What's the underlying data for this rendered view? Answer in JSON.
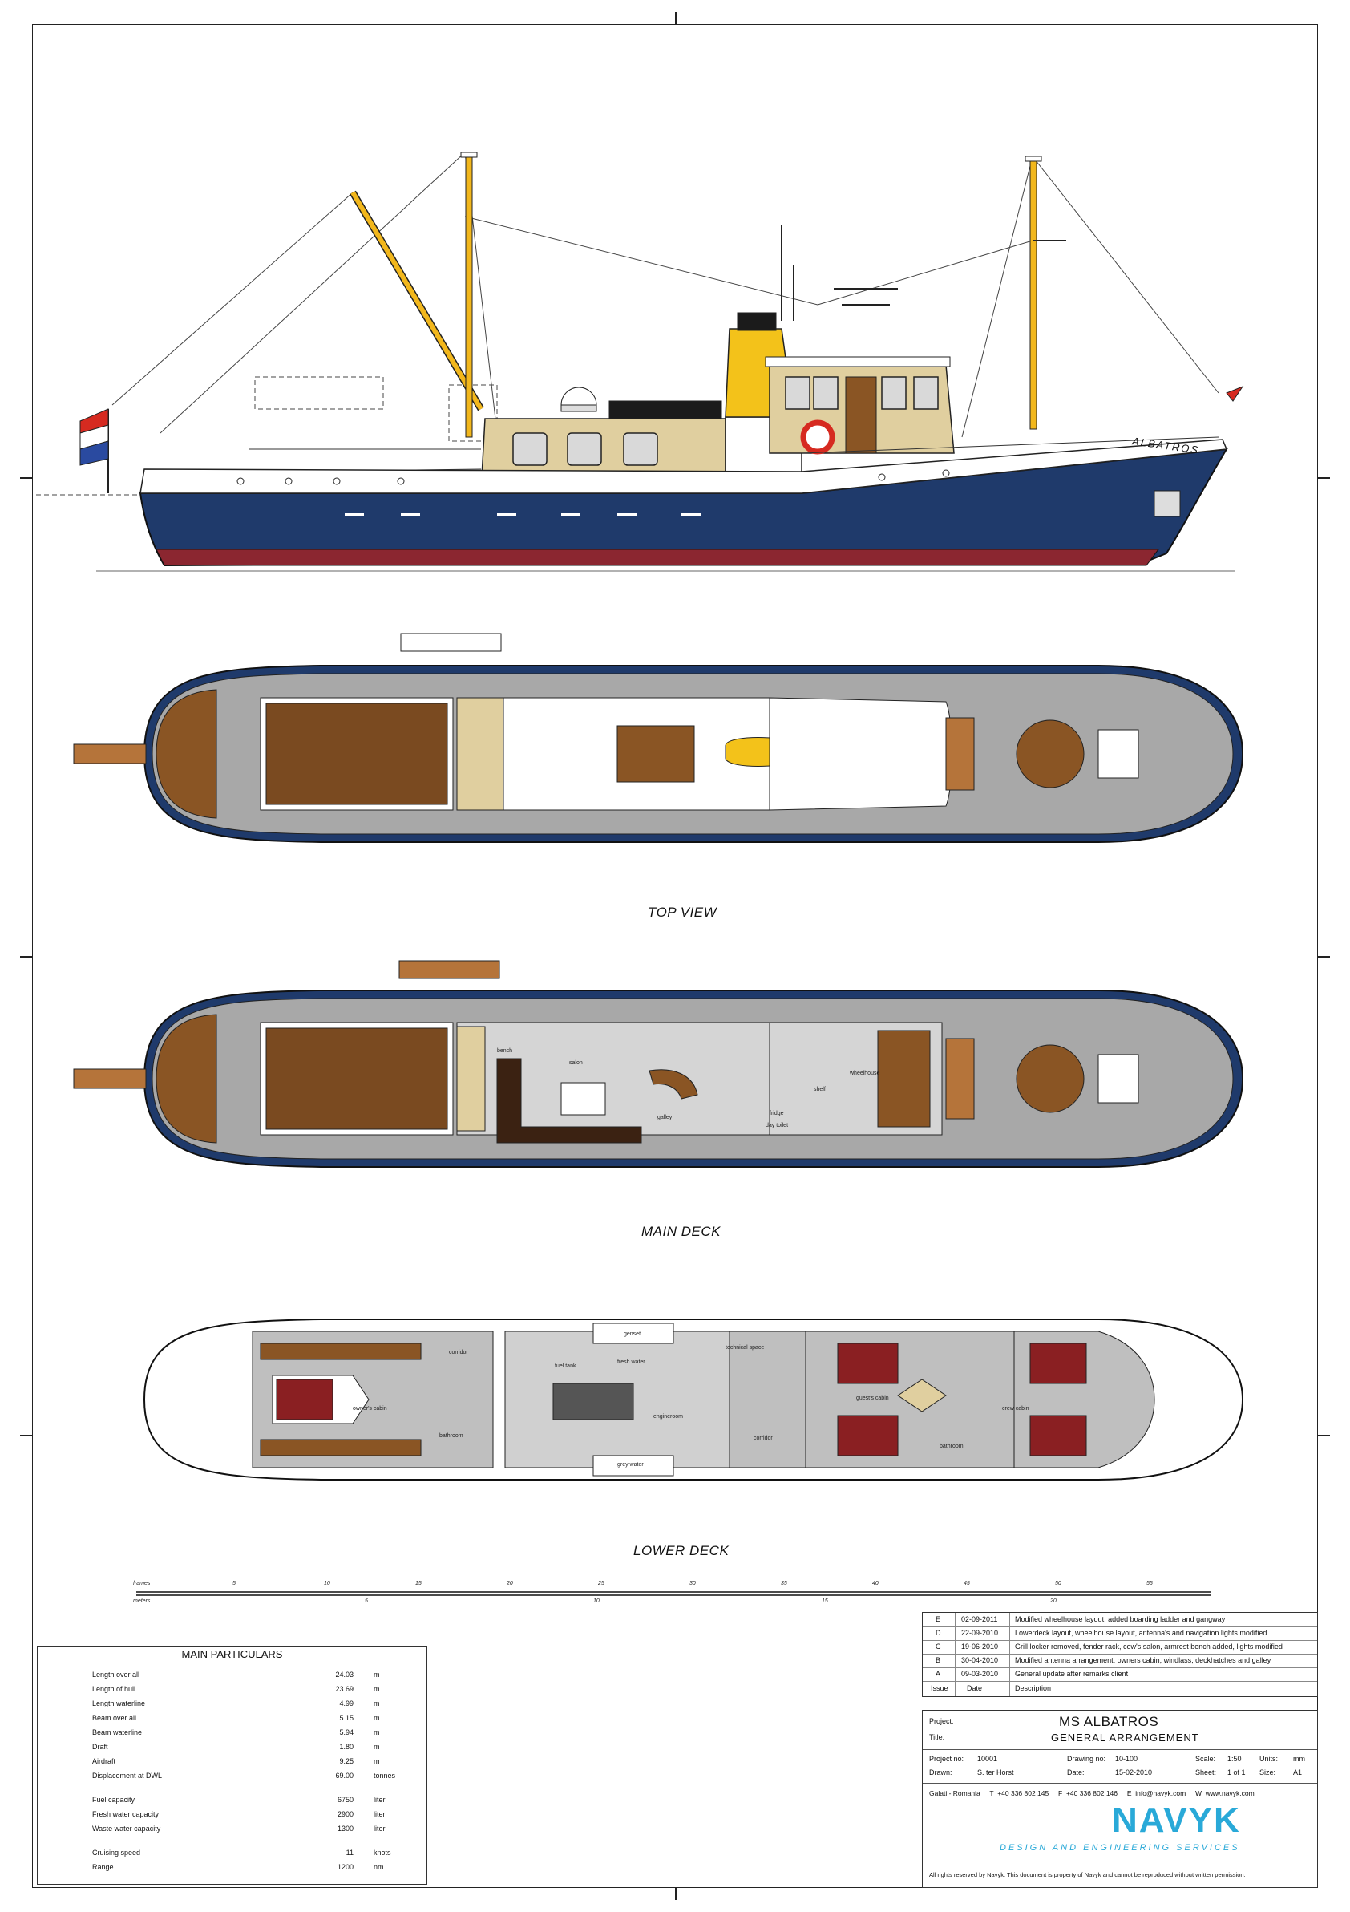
{
  "ship": {
    "hull_name": "ALBATROS"
  },
  "views": {
    "top_view": "TOP VIEW",
    "main_deck": "MAIN DECK",
    "lower_deck": "LOWER DECK"
  },
  "rooms": {
    "main": {
      "salon": "salon",
      "galley": "galley",
      "wheelhouse": "wheelhouse",
      "day_toilet": "day toilet",
      "fridge": "fridge",
      "shelf": "shelf",
      "bench": "bench"
    },
    "lower": {
      "corridor": "corridor",
      "owners_cabin": "owner's cabin",
      "bathroom": "bathroom",
      "engineroom": "engineroom",
      "technical_space": "technical space",
      "genset": "genset",
      "fuel_tank": "fuel tank",
      "fresh_water": "fresh water",
      "grey_water": "grey water",
      "guests_cabin": "guest's cabin",
      "crew_cabin": "crew cabin",
      "corridor2": "corridor",
      "bathroom2": "bathroom"
    }
  },
  "scale_bar": {
    "frames_label": "frames",
    "meters_label": "meters",
    "frame_ticks": [
      "5",
      "10",
      "15",
      "20",
      "25",
      "30",
      "35",
      "40",
      "45",
      "50",
      "55"
    ],
    "meter_ticks": [
      "5",
      "10",
      "15",
      "20"
    ]
  },
  "particulars": {
    "title": "MAIN PARTICULARS",
    "rows": [
      {
        "name": "Length over all",
        "value": "24.03",
        "unit": "m"
      },
      {
        "name": "Length of hull",
        "value": "23.69",
        "unit": "m"
      },
      {
        "name": "Length waterline",
        "value": "4.99",
        "unit": "m"
      },
      {
        "name": "Beam over all",
        "value": "5.15",
        "unit": "m"
      },
      {
        "name": "Beam waterline",
        "value": "5.94",
        "unit": "m"
      },
      {
        "name": "Draft",
        "value": "1.80",
        "unit": "m"
      },
      {
        "name": "Airdraft",
        "value": "9.25",
        "unit": "m"
      },
      {
        "name": "Displacement at DWL",
        "value": "69.00",
        "unit": "tonnes"
      },
      {
        "name": "Fuel capacity",
        "value": "6750",
        "unit": "liter"
      },
      {
        "name": "Fresh water capacity",
        "value": "2900",
        "unit": "liter"
      },
      {
        "name": "Waste water capacity",
        "value": "1300",
        "unit": "liter"
      },
      {
        "name": "Cruising speed",
        "value": "11",
        "unit": "knots"
      },
      {
        "name": "Range",
        "value": "1200",
        "unit": "nm"
      }
    ]
  },
  "revisions": {
    "header": {
      "issue": "Issue",
      "date": "Date",
      "desc": "Description"
    },
    "rows": [
      {
        "issue": "E",
        "date": "02-09-2011",
        "desc": "Modified wheelhouse layout, added boarding ladder and gangway"
      },
      {
        "issue": "D",
        "date": "22-09-2010",
        "desc": "Lowerdeck layout, wheelhouse layout, antenna's and navigation lights modified"
      },
      {
        "issue": "C",
        "date": "19-06-2010",
        "desc": "Grill locker removed, fender rack, cow's salon, armrest bench added, lights modified"
      },
      {
        "issue": "B",
        "date": "30-04-2010",
        "desc": "Modified antenna arrangement, owners cabin, windlass, deckhatches and  galley"
      },
      {
        "issue": "A",
        "date": "09-03-2010",
        "desc": "General update after remarks client"
      }
    ]
  },
  "title_block": {
    "project_label": "Project:",
    "project": "MS ALBATROS",
    "title_label": "Title:",
    "title": "GENERAL ARRANGEMENT",
    "project_no_label": "Project no:",
    "project_no": "10001",
    "drawing_no_label": "Drawing no:",
    "drawing_no": "10-100",
    "scale_label": "Scale:",
    "scale": "1:50",
    "units_label": "Units:",
    "units": "mm",
    "drawn_label": "Drawn:",
    "drawn": "S. ter Horst",
    "date_label": "Date:",
    "date": "15-02-2010",
    "sheet_label": "Sheet:",
    "sheet": "1 of 1",
    "size_label": "Size:",
    "size": "A1",
    "contact": "Galati - Romania     T  +40 336 802 145     F  +40 336 802 146     E  info@navyk.com     W  www.navyk.com",
    "logo": "NAVYK",
    "slogan": "DESIGN AND ENGINEERING SERVICES",
    "rights": "All rights reserved by Navyk. This document is property of Navyk and cannot be reproduced without written permission."
  },
  "colors": {
    "hull_navy": "#1f3a6b",
    "antifouling": "#8b2630",
    "deck_grey": "#a8a8a8",
    "teak": "#8a5524",
    "superstructure_cream": "#e0cf9f",
    "funnel_yellow": "#f3c21a",
    "mast_yellow": "#f2b71c",
    "upholstery_red": "#8a1f22"
  }
}
